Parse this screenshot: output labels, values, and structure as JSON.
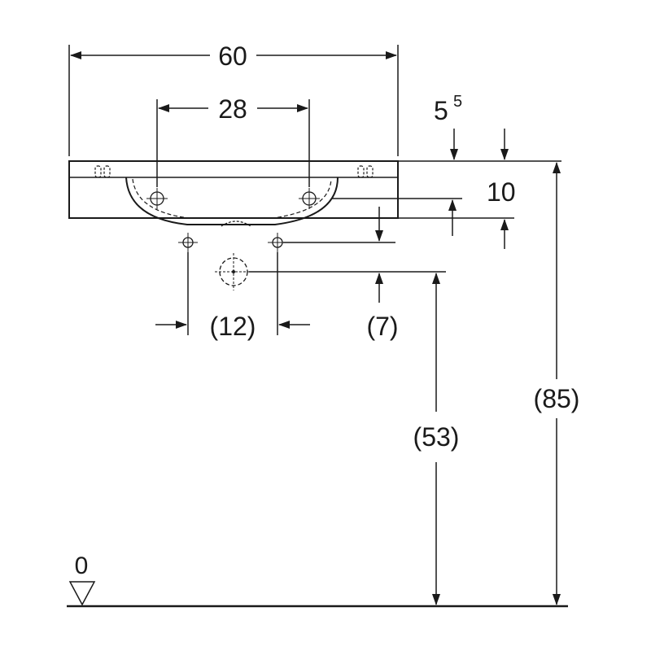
{
  "drawing": {
    "dimensions": {
      "total_width": "60",
      "tap_hole_spacing": "28",
      "depth_5_base": "5",
      "depth_5_sup": "5",
      "thickness": "10",
      "drain_spacing": "(12)",
      "drain_offset": "(7)",
      "drain_height": "(53)",
      "rim_height": "(85)"
    },
    "floor": {
      "label": "0"
    }
  }
}
